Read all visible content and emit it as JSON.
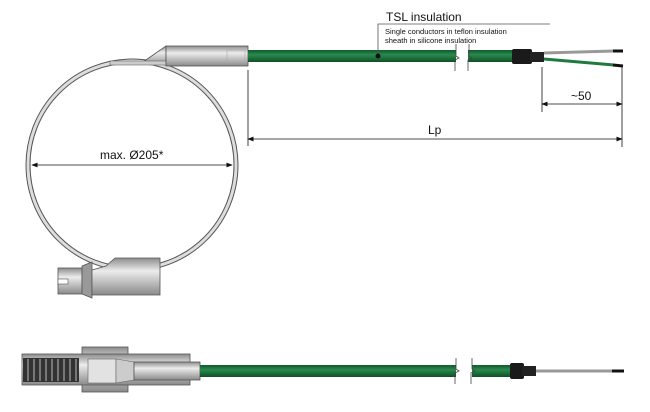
{
  "labels": {
    "insulation_title": "TSL insulation",
    "insulation_line1": "Single conductors in teflon insulation",
    "insulation_line2": "sheath in silicone insulation",
    "diameter": "max. Ø205*",
    "wire_strip_length": "~50",
    "probe_length": "Lp"
  },
  "colors": {
    "cable": "#1f7a3f",
    "metal": "#c9c9c9",
    "sleeve": "#1a1a1a"
  }
}
